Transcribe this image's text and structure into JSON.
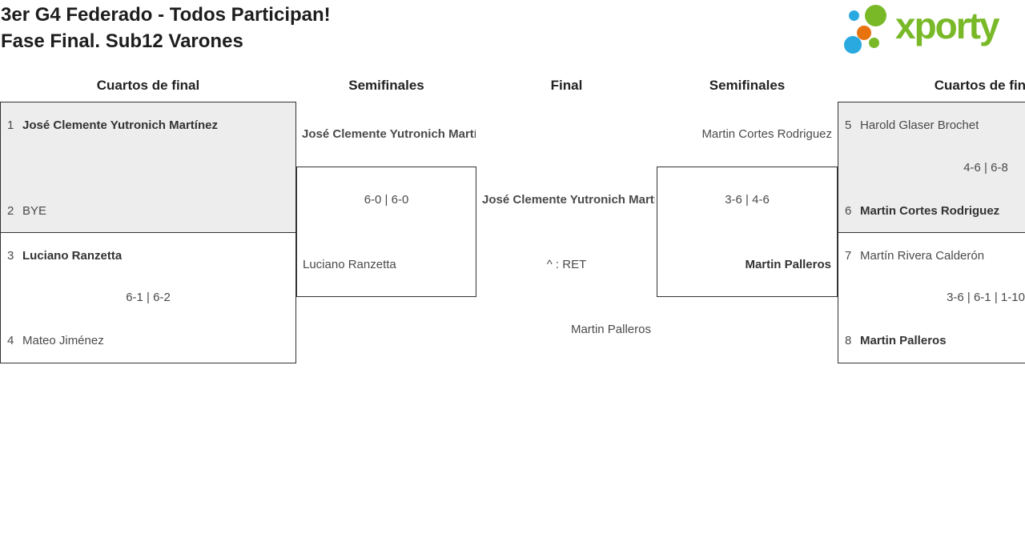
{
  "title": {
    "line1": "3er G4 Federado - Todos Participan!",
    "line2": "Fase Final. Sub12 Varones"
  },
  "logo": {
    "text": "xporty",
    "colors": {
      "green": "#79b928",
      "blue": "#29a9e0",
      "orange": "#e8730e"
    }
  },
  "rounds": [
    "Cuartos de final",
    "Semifinales",
    "Final",
    "Semifinales",
    "Cuartos de final"
  ],
  "matches": {
    "qf_left_top": {
      "top_seed": "1",
      "top_player": "José Clemente Yutronich Martínez",
      "score": "",
      "bottom_seed": "2",
      "bottom_player": "BYE"
    },
    "qf_left_bottom": {
      "top_seed": "3",
      "top_player": "Luciano Ranzetta",
      "score": "6-1 | 6-2",
      "bottom_seed": "4",
      "bottom_player": "Mateo Jiménez"
    },
    "sf_left": {
      "top_player": "José Clemente Yutronich Martínez",
      "score": "6-0 | 6-0",
      "bottom_player": "Luciano Ranzetta"
    },
    "final": {
      "top_player": "José Clemente Yutronich Martínez",
      "score": "^ : RET",
      "bottom_player": "Martin Palleros"
    },
    "sf_right": {
      "top_player": "Martin Cortes Rodriguez",
      "score": "3-6 | 4-6",
      "bottom_player": "Martin Palleros"
    },
    "qf_right_top": {
      "top_seed": "5",
      "top_player": "Harold Glaser Brochet",
      "score": "4-6 | 6-8",
      "bottom_seed": "6",
      "bottom_player": "Martin Cortes Rodriguez"
    },
    "qf_right_bottom": {
      "top_seed": "7",
      "top_player": "Martín Rivera Calderón",
      "score": "3-6 | 6-1 | 1-10",
      "bottom_seed": "8",
      "bottom_player": "Martin Palleros"
    }
  }
}
